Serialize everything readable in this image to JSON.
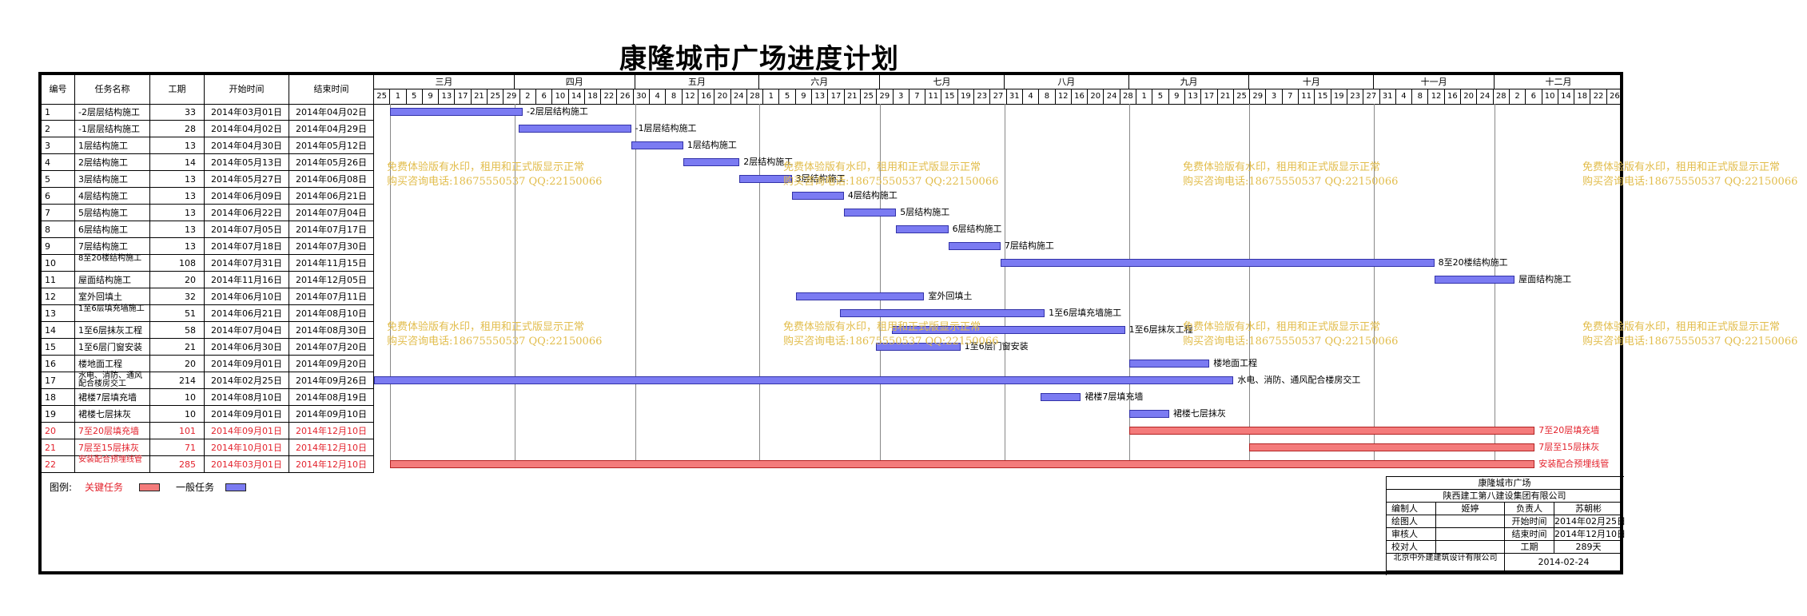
{
  "title": "康隆城市广场进度计划",
  "columns": {
    "no": "编号",
    "name": "任务名称",
    "duration": "工期",
    "start": "开始时间",
    "end": "结束时间"
  },
  "timeline": {
    "months": [
      "三月",
      "四月",
      "五月",
      "六月",
      "七月",
      "八月",
      "九月",
      "十月",
      "十一月",
      "十二月"
    ],
    "days": [
      "25",
      "1",
      "5",
      "9",
      "13",
      "17",
      "21",
      "25",
      "29",
      "2",
      "6",
      "10",
      "14",
      "18",
      "22",
      "26",
      "30",
      "4",
      "8",
      "12",
      "16",
      "20",
      "24",
      "28",
      "1",
      "5",
      "9",
      "13",
      "17",
      "21",
      "25",
      "29",
      "3",
      "7",
      "11",
      "15",
      "19",
      "23",
      "27",
      "31",
      "4",
      "8",
      "12",
      "16",
      "20",
      "24",
      "28",
      "1",
      "5",
      "9",
      "13",
      "17",
      "21",
      "25",
      "29",
      "3",
      "7",
      "11",
      "15",
      "19",
      "23",
      "27",
      "31",
      "4",
      "8",
      "12",
      "16",
      "20",
      "24",
      "28",
      "2",
      "6",
      "10",
      "14",
      "18",
      "22",
      "26"
    ],
    "axis_start": "2014-02-25",
    "axis_end": "2014-12-31"
  },
  "tasks": [
    {
      "no": "1",
      "name": "-2层层结构施工",
      "duration": "33",
      "start": "2014年03月01日",
      "end": "2014年04月02日",
      "critical": false,
      "bar_label": "-2层层结构施工"
    },
    {
      "no": "2",
      "name": "-1层层结构施工",
      "duration": "28",
      "start": "2014年04月02日",
      "end": "2014年04月29日",
      "critical": false,
      "bar_label": "-1层层结构施工"
    },
    {
      "no": "3",
      "name": "1层结构施工",
      "duration": "13",
      "start": "2014年04月30日",
      "end": "2014年05月12日",
      "critical": false,
      "bar_label": "1层结构施工"
    },
    {
      "no": "4",
      "name": "2层结构施工",
      "duration": "14",
      "start": "2014年05月13日",
      "end": "2014年05月26日",
      "critical": false,
      "bar_label": "2层结构施工"
    },
    {
      "no": "5",
      "name": "3层结构施工",
      "duration": "13",
      "start": "2014年05月27日",
      "end": "2014年06月08日",
      "critical": false,
      "bar_label": "3层结构施工"
    },
    {
      "no": "6",
      "name": "4层结构施工",
      "duration": "13",
      "start": "2014年06月09日",
      "end": "2014年06月21日",
      "critical": false,
      "bar_label": "4层结构施工"
    },
    {
      "no": "7",
      "name": "5层结构施工",
      "duration": "13",
      "start": "2014年06月22日",
      "end": "2014年07月04日",
      "critical": false,
      "bar_label": "5层结构施工"
    },
    {
      "no": "8",
      "name": "6层结构施工",
      "duration": "13",
      "start": "2014年07月05日",
      "end": "2014年07月17日",
      "critical": false,
      "bar_label": "6层结构施工"
    },
    {
      "no": "9",
      "name": "7层结构施工",
      "duration": "13",
      "start": "2014年07月18日",
      "end": "2014年07月30日",
      "critical": false,
      "bar_label": "7层结构施工"
    },
    {
      "no": "10",
      "name": "8至20楼结构施工",
      "duration": "108",
      "start": "2014年07月31日",
      "end": "2014年11月15日",
      "critical": false,
      "bar_label": "8至20楼结构施工",
      "wrap": true
    },
    {
      "no": "11",
      "name": "屋面结构施工",
      "duration": "20",
      "start": "2014年11月16日",
      "end": "2014年12月05日",
      "critical": false,
      "bar_label": "屋面结构施工"
    },
    {
      "no": "12",
      "name": "室外回填土",
      "duration": "32",
      "start": "2014年06月10日",
      "end": "2014年07月11日",
      "critical": false,
      "bar_label": "室外回填土"
    },
    {
      "no": "13",
      "name": "1至6层填充墙施工",
      "duration": "51",
      "start": "2014年06月21日",
      "end": "2014年08月10日",
      "critical": false,
      "bar_label": "1至6层填充墙施工",
      "wrap": true
    },
    {
      "no": "14",
      "name": "1至6层抹灰工程",
      "duration": "58",
      "start": "2014年07月04日",
      "end": "2014年08月30日",
      "critical": false,
      "bar_label": "1至6层抹灰工程"
    },
    {
      "no": "15",
      "name": "1至6层门窗安装",
      "duration": "21",
      "start": "2014年06月30日",
      "end": "2014年07月20日",
      "critical": false,
      "bar_label": "1至6层门窗安装"
    },
    {
      "no": "16",
      "name": "楼地面工程",
      "duration": "20",
      "start": "2014年09月01日",
      "end": "2014年09月20日",
      "critical": false,
      "bar_label": "楼地面工程"
    },
    {
      "no": "17",
      "name": "水电、消防、通风配合楼房交工",
      "duration": "214",
      "start": "2014年02月25日",
      "end": "2014年09月26日",
      "critical": false,
      "bar_label": "水电、消防、通风配合楼房交工",
      "wrap": true
    },
    {
      "no": "18",
      "name": "裙楼7层填充墙",
      "duration": "10",
      "start": "2014年08月10日",
      "end": "2014年08月19日",
      "critical": false,
      "bar_label": "裙楼7层填充墙"
    },
    {
      "no": "19",
      "name": "裙楼七层抹灰",
      "duration": "10",
      "start": "2014年09月01日",
      "end": "2014年09月10日",
      "critical": false,
      "bar_label": "裙楼七层抹灰"
    },
    {
      "no": "20",
      "name": "7至20层填充墙",
      "duration": "101",
      "start": "2014年09月01日",
      "end": "2014年12月10日",
      "critical": true,
      "bar_label": "7至20层填充墙"
    },
    {
      "no": "21",
      "name": "7层至15层抹灰",
      "duration": "71",
      "start": "2014年10月01日",
      "end": "2014年12月10日",
      "critical": true,
      "bar_label": "7层至15层抹灰"
    },
    {
      "no": "22",
      "name": "安装配合预埋线管",
      "duration": "285",
      "start": "2014年03月01日",
      "end": "2014年12月10日",
      "critical": true,
      "bar_label": "安装配合预埋线管",
      "wrap": true
    }
  ],
  "watermark": {
    "line1": "免费体验版有水印，租用和正式版显示正常",
    "line2": "购买咨询电话:18675550537 QQ:22150066"
  },
  "legend": {
    "label": "图例:",
    "critical": "关键任务",
    "normal": "一般任务"
  },
  "title_block": {
    "project": "康隆城市广场",
    "company": "陕西建工第八建设集团有限公司",
    "rows": [
      {
        "k1": "编制人",
        "v1": "姬婷",
        "k2": "负责人",
        "v2": "苏朝彬"
      },
      {
        "k1": "绘图人",
        "v1": "",
        "k2": "开始时间",
        "v2": "2014年02月25日"
      },
      {
        "k1": "审核人",
        "v1": "",
        "k2": "结束时间",
        "v2": "2014年12月10日"
      },
      {
        "k1": "校对人",
        "v1": "",
        "k2": "工期",
        "v2": "289天"
      }
    ],
    "footer_left": "北京中外建建筑设计有限公司",
    "footer_right": "2014-02-24"
  },
  "colors": {
    "normal_bar": "#7b7bf2",
    "critical_bar": "#f47b7b",
    "critical_text": "#e3222c",
    "watermark": "#e2bd4c"
  }
}
